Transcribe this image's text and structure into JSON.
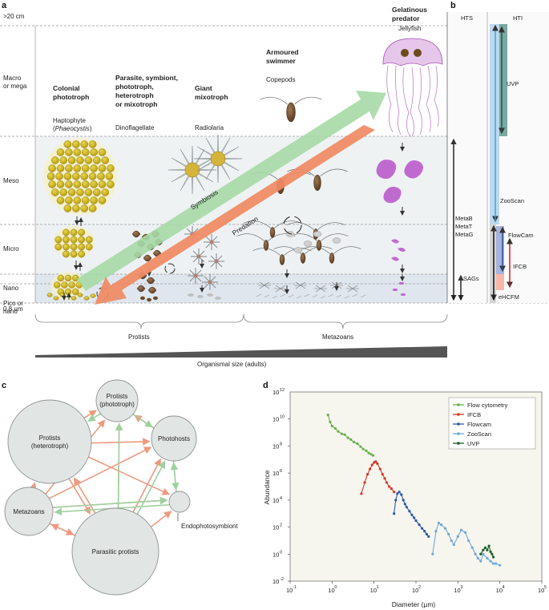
{
  "panel_a": {
    "letter": "a",
    "top_label": ">20 cm",
    "bottom_label": "0.8 µm",
    "rows": [
      {
        "label_line1": "Macro",
        "label_line2": "or mega"
      },
      {
        "label_line1": "Meso",
        "label_line2": ""
      },
      {
        "label_line1": "Micro",
        "label_line2": ""
      },
      {
        "label_line1": "Nano",
        "label_line2": ""
      },
      {
        "label_line1": "Pico or",
        "label_line2": "nano"
      }
    ],
    "columns": [
      {
        "title_lines": [
          "Colonial",
          "phototroph"
        ],
        "organism_line1": "Haptophyte",
        "organism_line2_pre": "(",
        "organism_line2_italic": "Phaeocystis",
        "organism_line2_post": ")"
      },
      {
        "title_lines": [
          "Parasite, symbiont,",
          "phototroph,",
          "heterotroph",
          "or mixotroph"
        ],
        "organism_line1": "Dinoflagellate"
      },
      {
        "title_lines": [
          "Giant",
          "mixotroph"
        ],
        "organism_line1": "Radiolaria"
      },
      {
        "title_lines": [
          "Armoured",
          "swimmer"
        ],
        "organism_line1": "Copepods"
      },
      {
        "title_lines": [
          "Gelatinous",
          "predator"
        ],
        "organism_line1": "Jellyfish"
      }
    ],
    "arrows": {
      "symbiosis": "Symbiosis",
      "predation": "Predation"
    },
    "groups": {
      "protists": "Protists",
      "metazoans": "Metazoans"
    },
    "size_axis": "Organismal size (adults)"
  },
  "panel_b": {
    "letter": "b",
    "hts": "HTS",
    "hti": "HTI",
    "hts_labels": {
      "meta_b": "MetaB",
      "meta_t": "MetaT",
      "meta_g": "MetaG",
      "sags": "SAGs"
    },
    "hti_labels": {
      "uvp": "UVP",
      "zooscan": "ZooScan",
      "flowcam": "FlowCam",
      "ifcb": "IFCB",
      "ehcfm": "eHCFM"
    }
  },
  "panel_c": {
    "letter": "c",
    "nodes": {
      "protists_photo_1": "Protists",
      "protists_photo_2": "(phototroph)",
      "protists_het_1": "Protists",
      "protists_het_2": "(heterotroph)",
      "photohosts": "Photohosts",
      "metazoans": "Metazoans",
      "parasitic": "Parasitic protists",
      "endo": "Endophotosymbiont"
    }
  },
  "panel_d": {
    "letter": "d",
    "chart_data": {
      "type": "scatter",
      "xlabel": "Diameter (µm)",
      "ylabel": "Abundance",
      "xscale": "log",
      "yscale": "log",
      "xlim": [
        0.1,
        100000
      ],
      "ylim": [
        0.01,
        1000000000000
      ],
      "x_ticks": [
        "10",
        "10",
        "10",
        "10",
        "10",
        "10",
        "10"
      ],
      "x_tick_exp": [
        "-1",
        "0",
        "1",
        "2",
        "3",
        "4",
        "5"
      ],
      "y_ticks": [
        "10",
        "10",
        "10",
        "10",
        "10",
        "10",
        "10"
      ],
      "y_tick_exp": [
        "-2",
        "0",
        "2",
        "4",
        "6",
        "8",
        "10"
      ],
      "y_top_tick": "10",
      "y_top_exp": "12",
      "legend_position": "top-right",
      "series": [
        {
          "name": "Flow cytometry",
          "color": "#6ab04c",
          "x": [
            0.8,
            0.9,
            1.0,
            1.2,
            1.4,
            1.7,
            2.0,
            2.4,
            2.8,
            3.3,
            4.0,
            4.8,
            5.5,
            6.5,
            7.5,
            8.5,
            9.5
          ],
          "y": [
            20000000000,
            6000000000,
            3000000000,
            2000000000,
            1200000000,
            800000000,
            700000000,
            400000000,
            300000000,
            200000000,
            150000000,
            90000000,
            60000000,
            45000000,
            30000000,
            25000000,
            20000000
          ]
        },
        {
          "name": "IFCB",
          "color": "#d9342b",
          "x": [
            5.0,
            6.0,
            7.0,
            8.0,
            9.0,
            10.0,
            11.0,
            12.0,
            14.0,
            16.0,
            18.0,
            20.0,
            23.0,
            26.0,
            30.0
          ],
          "y": [
            30000,
            200000,
            800000,
            2000000,
            4000000,
            6000000,
            7000000,
            5000000,
            2000000,
            800000,
            400000,
            200000,
            100000,
            70000,
            40000
          ]
        },
        {
          "name": "Flowcam",
          "color": "#2e5aa8",
          "x": [
            30.0,
            33.0,
            36.0,
            40.0,
            45.0,
            50.0,
            55.0,
            60.0,
            70.0,
            80.0,
            90.0,
            100.0,
            120.0,
            140.0,
            160.0,
            180.0,
            200.0
          ],
          "y": [
            1000,
            10000,
            30000,
            40000,
            25000,
            10000,
            5000,
            3000,
            1500,
            800,
            500,
            300,
            150,
            80,
            50,
            30,
            20
          ]
        },
        {
          "name": "ZooScan",
          "color": "#6fa8d6",
          "x": [
            250.0,
            300.0,
            350.0,
            400.0,
            500.0,
            600.0,
            700.0,
            800.0,
            1000.0,
            1200.0,
            1500.0,
            1800.0,
            2200.0,
            2600.0,
            3000.0,
            3500.0,
            4000.0,
            5000.0,
            6000.0,
            7000.0,
            8000.0,
            10000.0
          ],
          "y": [
            1,
            50,
            200,
            150,
            80,
            30,
            10,
            5,
            20,
            60,
            40,
            10,
            3,
            1,
            0.5,
            0.3,
            1,
            0.5,
            0.3,
            0.2,
            0.2,
            0.15
          ]
        },
        {
          "name": "UVP",
          "color": "#1a5e2a",
          "x": [
            3500.0,
            4000.0,
            4500.0,
            5000.0,
            5500.0,
            6000.0,
            6500.0,
            7000.0
          ],
          "y": [
            1,
            2,
            3,
            2,
            4,
            1.5,
            1,
            0.6
          ]
        }
      ]
    }
  }
}
